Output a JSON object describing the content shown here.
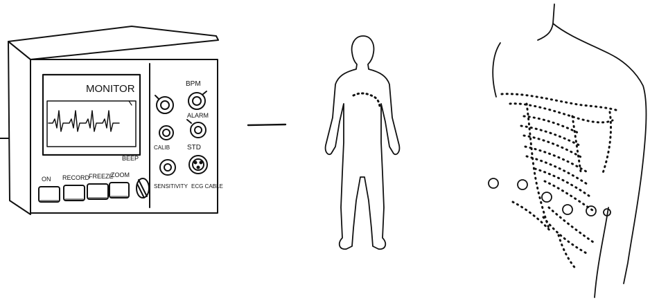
{
  "monitor": {
    "screen_label": "MONITOR",
    "knob_labels": {
      "bpm": "BPM",
      "alarm": "ALARM",
      "std": "STD",
      "sensitivity": "SENSITIVITY",
      "ecg_cable": "ECG CABLE",
      "beep": "BEEP",
      "calibration": "CALIB"
    },
    "buttons": [
      "ON",
      "RECORD",
      "FREEZE",
      "ZOOM"
    ]
  },
  "electrodes": {
    "count": 6
  }
}
